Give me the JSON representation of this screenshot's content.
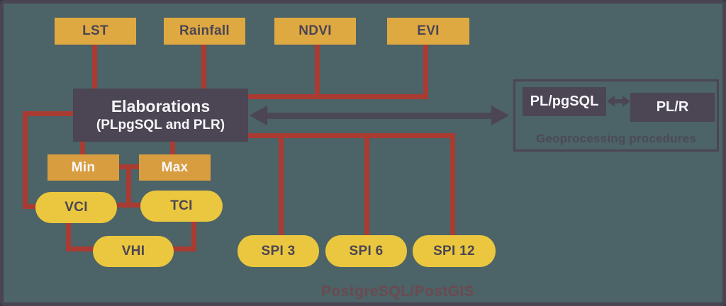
{
  "diagram": {
    "inputs": [
      {
        "id": "lst",
        "label": "LST"
      },
      {
        "id": "rainfall",
        "label": "Rainfall"
      },
      {
        "id": "ndvi",
        "label": "NDVI"
      },
      {
        "id": "evi",
        "label": "EVI"
      }
    ],
    "elaborations": {
      "title": "Elaborations",
      "subtitle": "(PLpgSQL and PLR)"
    },
    "min_label": "Min",
    "max_label": "Max",
    "indices": [
      {
        "id": "vci",
        "label": "VCI"
      },
      {
        "id": "tci",
        "label": "TCI"
      },
      {
        "id": "vhi",
        "label": "VHI"
      }
    ],
    "spi": [
      {
        "id": "spi3",
        "label": "SPI 3"
      },
      {
        "id": "spi6",
        "label": "SPI 6"
      },
      {
        "id": "spi12",
        "label": "SPI 12"
      }
    ],
    "geoprocessing": {
      "pl_pgsql": "PL/pgSQL",
      "pl_r": "PL/R",
      "caption": "Geoprocessing procedures"
    },
    "footer": "PostgreSQL/PostGIS"
  },
  "colors": {
    "background": "#4c6367",
    "frame": "#484451",
    "node_gold": "#dfa942",
    "node_orange": "#d89d3e",
    "node_yellow": "#eac73e",
    "line_red": "#a93b33",
    "dark_slate": "#4b4554",
    "footer_text": "#6b4a51",
    "white_text": "#f7f5f7"
  }
}
